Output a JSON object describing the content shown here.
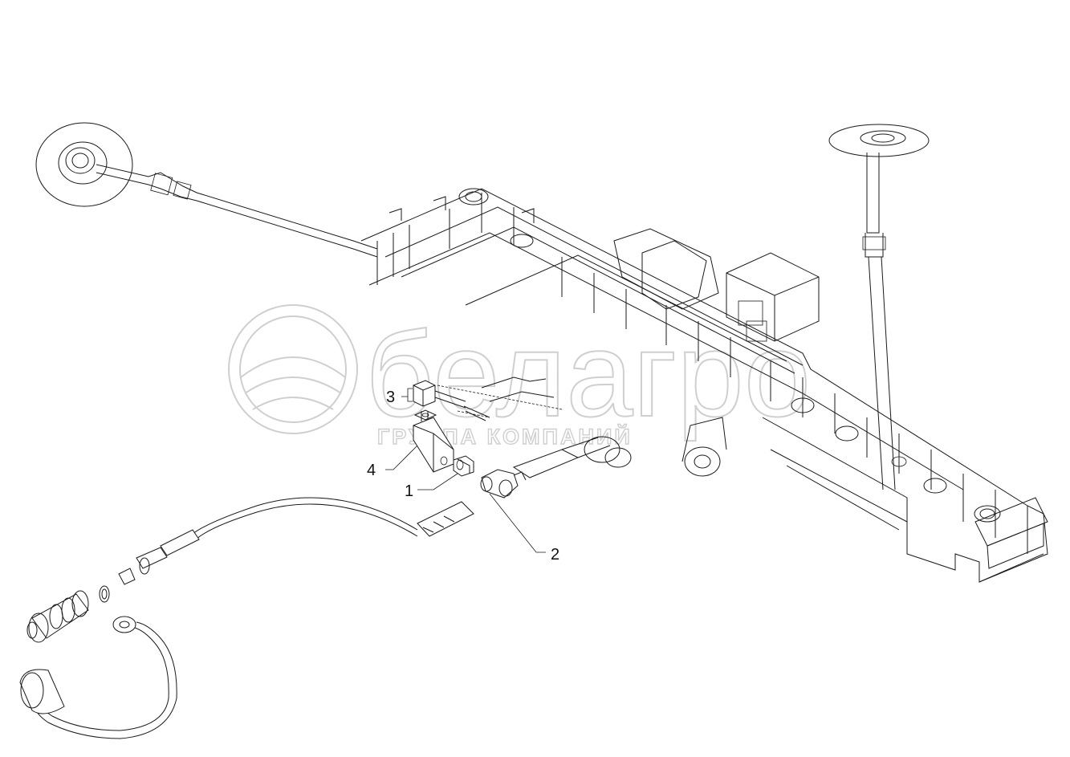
{
  "watermark": {
    "brand": "белагро",
    "subtitle": "ГРУППА КОМПАНИЙ"
  },
  "callouts": [
    {
      "id": "callout-1",
      "label": "1"
    },
    {
      "id": "callout-2",
      "label": "2"
    },
    {
      "id": "callout-3",
      "label": "3"
    },
    {
      "id": "callout-4",
      "label": "4"
    }
  ],
  "colors": {
    "line": "#1a1a1a",
    "watermark": "#cfcfcf",
    "background": "#ffffff"
  }
}
